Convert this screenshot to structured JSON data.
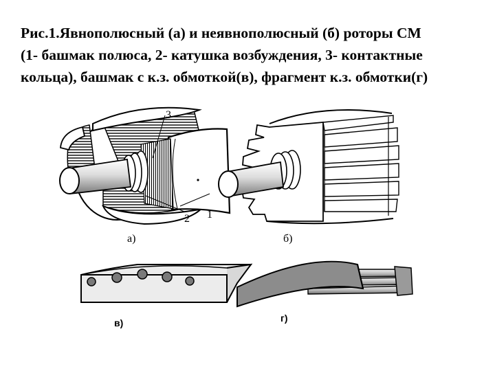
{
  "caption": {
    "line1": "Рис.1.Явнополюсный  (а) и неявнополюсный (б) роторы СМ",
    "line2": "(1- башмак полюса, 2- катушка возбуждения, 3- контактные",
    "line3": "кольца), башмак с к.з. обмоткой(в), фрагмент к.з. обмотки(г)"
  },
  "labels": {
    "a": "а)",
    "b": "б)",
    "v": "в)",
    "g": "г)",
    "num1": "1",
    "num2": "2",
    "num3": "3"
  }
}
